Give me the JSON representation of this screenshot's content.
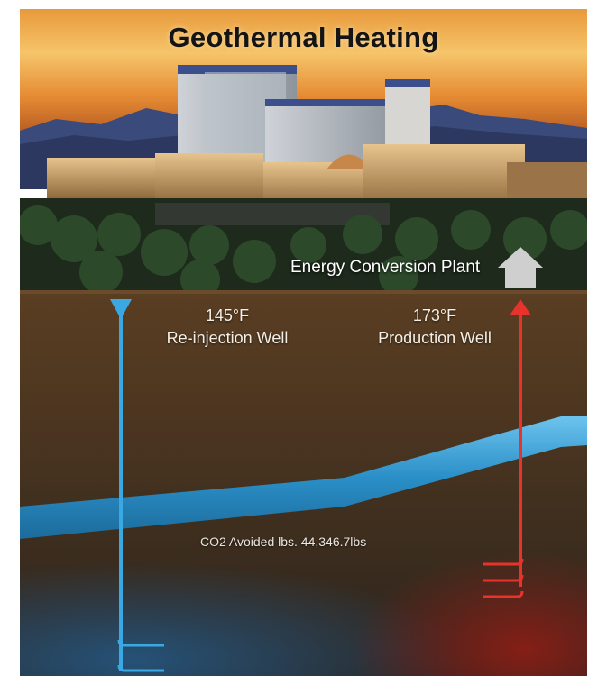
{
  "title": "Geothermal Heating",
  "plant": {
    "label": "Energy Conversion Plant"
  },
  "wells": {
    "reinjection": {
      "temperature": "145°F",
      "label": "Re-injection Well",
      "color": "#3aa8e2"
    },
    "production": {
      "temperature": "173°F",
      "label": "Production Well",
      "color": "#e8322c"
    }
  },
  "co2": {
    "text": "CO2 Avoided lbs. 44,346.7lbs"
  },
  "colors": {
    "sky_top": "#f0b45a",
    "soil": "#4a3320",
    "aquifer": "#2a8fc7",
    "cold_zone": "#1f4a6e",
    "hot_zone": "#7a1c14",
    "arrow_up": "#cfcfcf"
  },
  "icons": [
    "arrow-down-icon",
    "arrow-up-icon",
    "house-arrow-icon"
  ]
}
